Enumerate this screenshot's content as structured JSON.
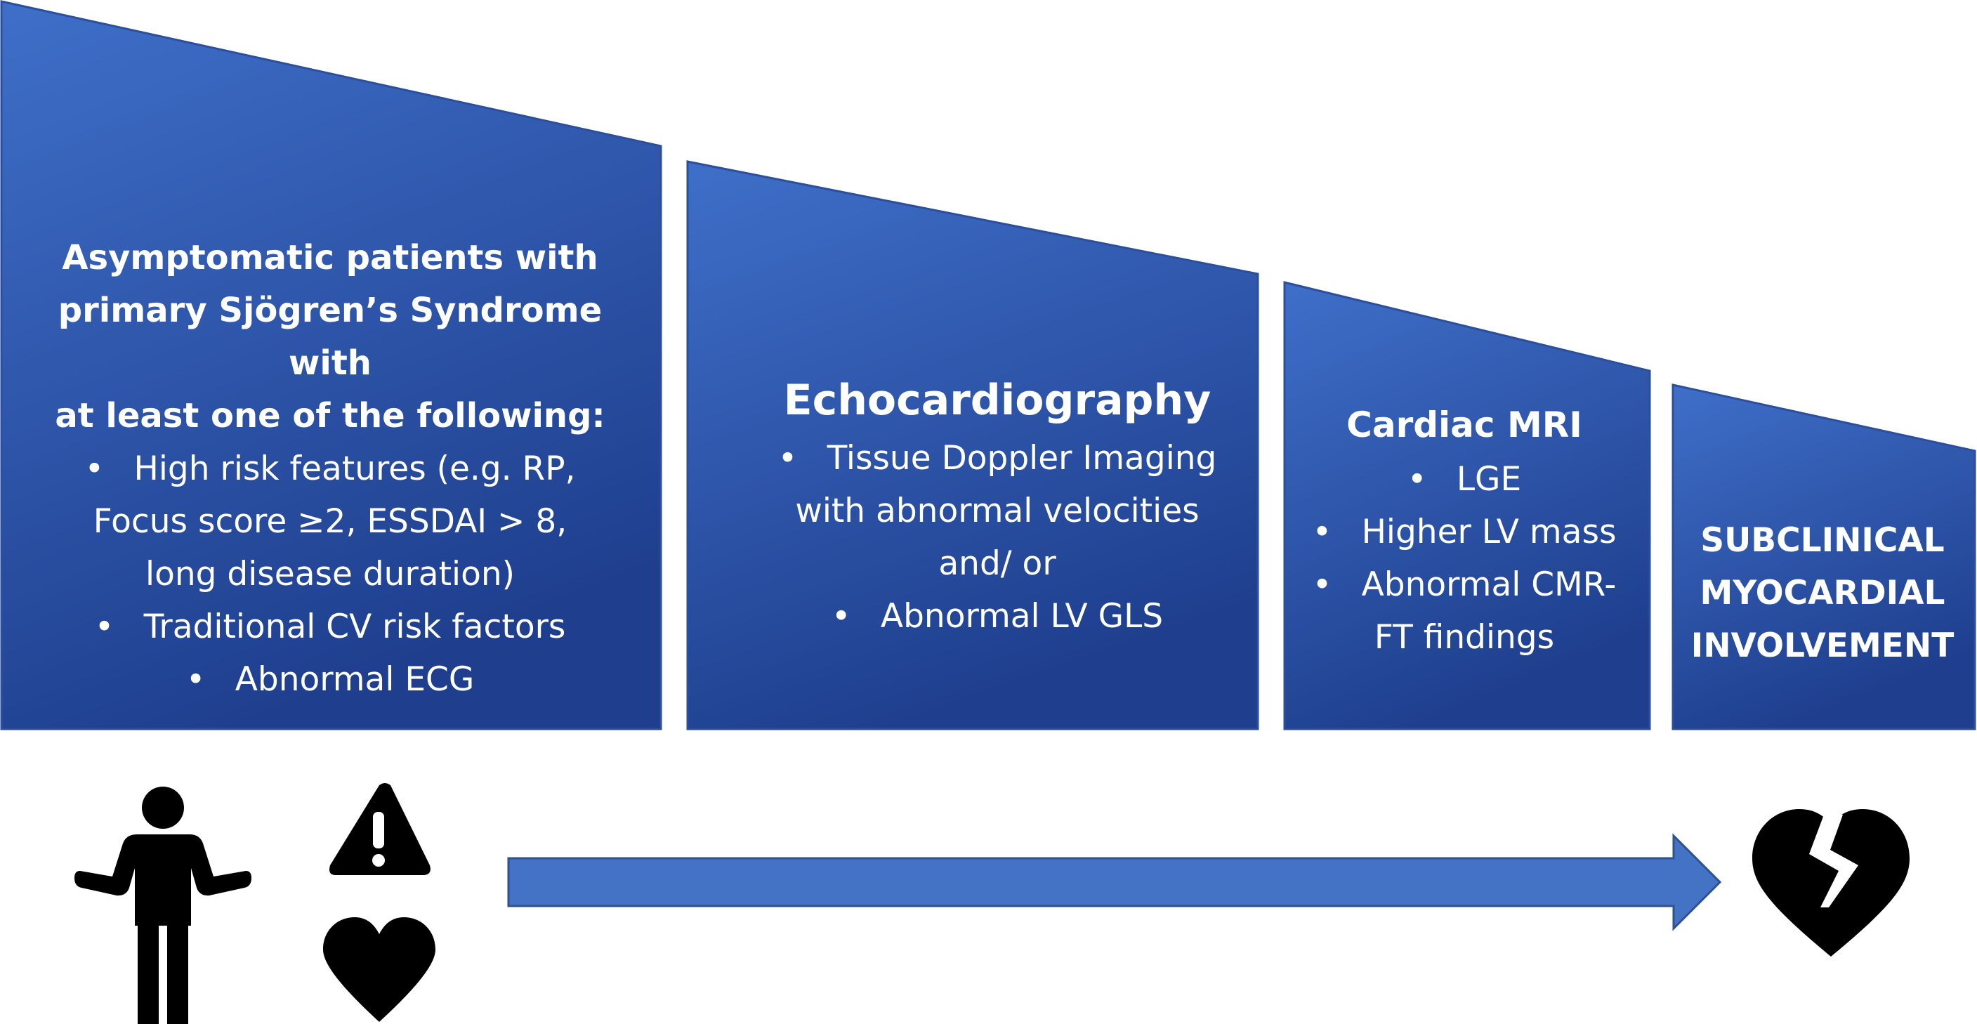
{
  "colors": {
    "panel_light": "#3f6fc9",
    "panel_dark": "#1f3f8e",
    "panel_border": "#2c4f9c",
    "arrow_fill": "#4472c4",
    "arrow_border": "#2f528f",
    "icon": "#000000",
    "text": "#ffffff"
  },
  "panels": [
    {
      "heading_lines": [
        "Asymptomatic patients with",
        "primary Sjögren’s Syndrome with",
        "at least one of the following:"
      ],
      "bullets": [
        {
          "lines": [
            "High risk features (e.g. RP,",
            "Focus score ≥2, ESSDAI > 8,",
            "long disease duration)"
          ]
        },
        {
          "lines": [
            "Traditional CV risk factors"
          ]
        },
        {
          "lines": [
            "Abnormal ECG"
          ]
        }
      ]
    },
    {
      "heading_lines": [
        "Echocardiography"
      ],
      "bullets": [
        {
          "lines": [
            "Tissue Doppler Imaging",
            "with abnormal velocities",
            "and/ or"
          ]
        },
        {
          "lines": [
            "Abnormal LV GLS"
          ]
        }
      ]
    },
    {
      "heading_lines": [
        "Cardiac MRI"
      ],
      "bullets": [
        {
          "lines": [
            "LGE"
          ]
        },
        {
          "lines": [
            "Higher LV mass"
          ]
        },
        {
          "lines": [
            "Abnormal CMR-",
            "FT findings"
          ]
        }
      ]
    },
    {
      "heading_lines": [
        "SUBCLINICAL",
        "MYOCARDIAL",
        "INVOLVEMENT"
      ],
      "bullets": []
    }
  ],
  "bullet_char": "•",
  "icons": [
    "person-shrug-icon",
    "warning-icon",
    "heart-icon",
    "progress-arrow-icon",
    "broken-heart-icon"
  ]
}
